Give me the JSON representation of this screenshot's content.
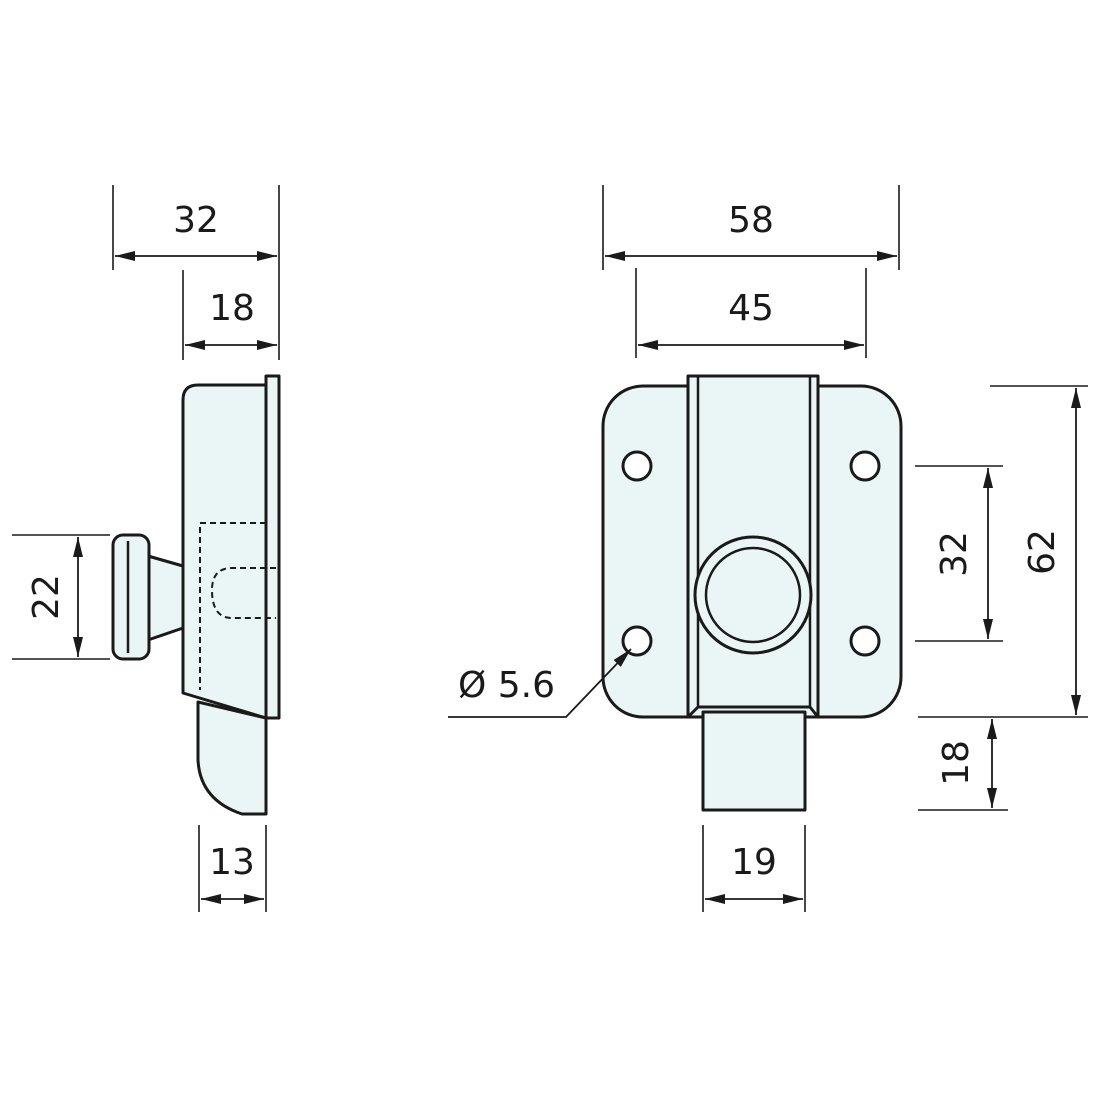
{
  "colors": {
    "line": "#1a1a1a",
    "fill": "#eaf6f5",
    "background": "#ffffff"
  },
  "side_view": {
    "overall_width": "32",
    "plate_depth": "18",
    "knob_height": "22",
    "bolt_thickness": "13"
  },
  "front_view": {
    "overall_width": "58",
    "hole_spacing_horizontal": "45",
    "hole_spacing_vertical": "32",
    "overall_height": "62",
    "hole_diameter": "Ø 5.6",
    "bolt_extension": "18",
    "bolt_width": "19"
  }
}
